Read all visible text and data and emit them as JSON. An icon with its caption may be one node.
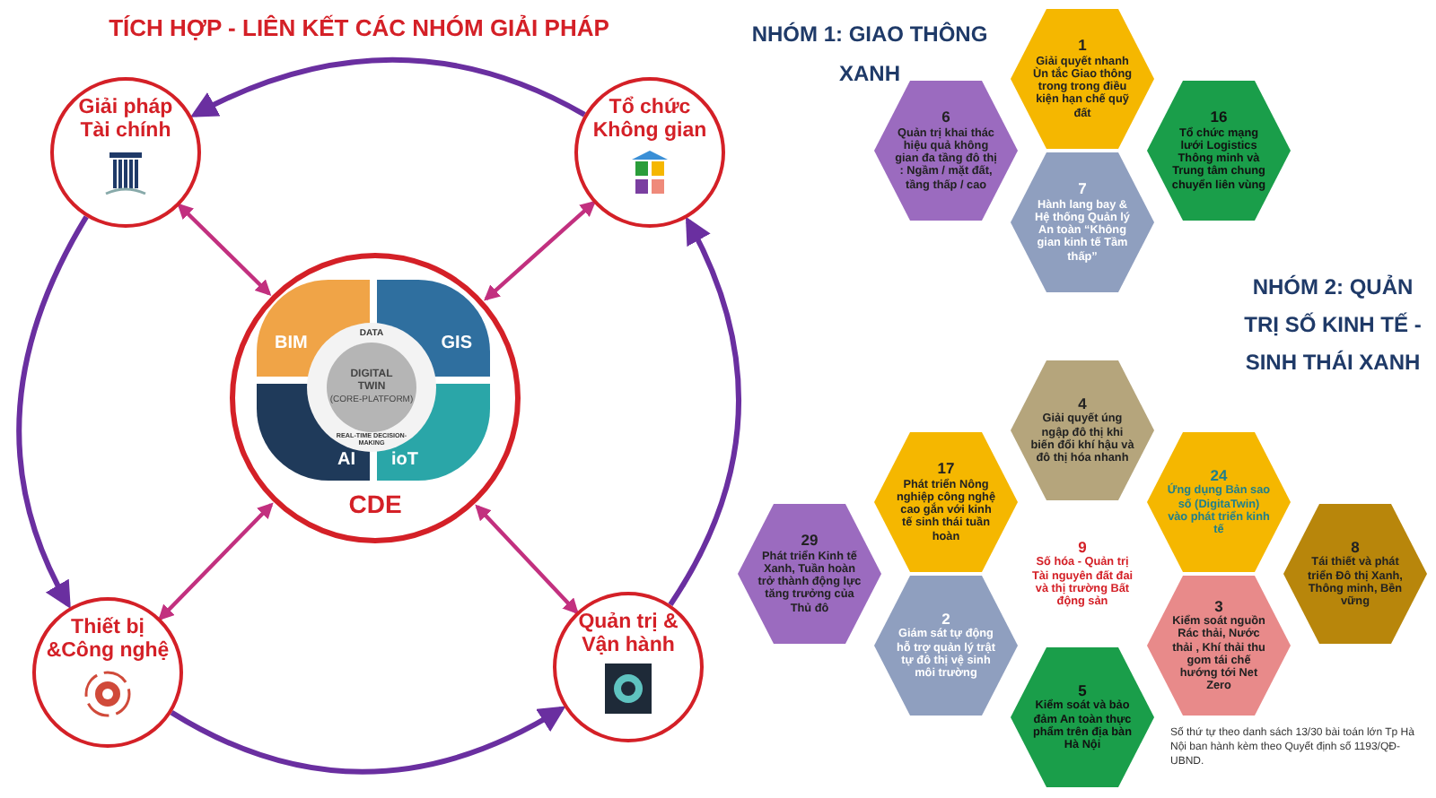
{
  "diagram": {
    "title": "TÍCH HỢP - LIÊN KẾT CÁC NHÓM GIẢI PHÁP",
    "nodes": [
      {
        "text": [
          "Giải pháp Tài chính"
        ]
      },
      {
        "text": [
          "Tổ chức Không gian"
        ]
      },
      {
        "text": [
          "BIM",
          "GIS",
          "AI",
          "ioT",
          "DATA",
          "DIGITAL TWIN",
          "(CORE-PLATFORM)",
          "REAL-TIME DECISION-MAKING",
          "CDE"
        ]
      },
      {
        "text": [
          "Thiết bị &Công nghệ"
        ]
      },
      {
        "text": [
          "Quản trị & Vận hành"
        ]
      },
      {
        "text": [
          "1",
          "Giải quyết nhanh Ùn tắc Giao thông trong trong điều kiện hạn chế quỹ đất"
        ]
      },
      {
        "text": [
          "6",
          "Quản trị khai thác hiệu quả không gian đa tầng đô thị : Ngầm / mặt đất, tầng thấp / cao"
        ]
      },
      {
        "text": [
          "16",
          "Tổ chức mạng lưới Logistics Thông minh và Trung tâm chung chuyển liên vùng"
        ]
      },
      {
        "text": [
          "7",
          "Hành lang bay & Hệ thống Quản lý An toàn “Không gian kinh tế Tầm thấp”"
        ]
      },
      {
        "text": [
          "4",
          "Giải quyết úng ngập đô thị khi biến đổi khí hậu và đô thị hóa nhanh"
        ]
      },
      {
        "text": [
          "17",
          "Phát triển Nông nghiệp công nghệ cao gắn với kinh tế sinh thái tuần hoàn"
        ]
      },
      {
        "text": [
          "24",
          "Ứng dụng Bản sao số (DigitaTwin) vào phát triển kinh tế"
        ]
      },
      {
        "text": [
          "29",
          "Phát triển Kinh tế Xanh, Tuần hoàn trở thành động lực tăng trưởng của Thủ đô"
        ]
      },
      {
        "text": [
          "9",
          "Số hóa - Quản trị Tài nguyên đất đai và thị trường Bất động sản"
        ]
      },
      {
        "text": [
          "8",
          "Tái thiết và phát triển Đô thị Xanh, Thông minh, Bền vững"
        ]
      },
      {
        "text": [
          "2",
          "Giám sát tự động hỗ trợ quản lý trật tự đô thị vệ sinh môi trường"
        ]
      },
      {
        "text": [
          "3",
          "Kiểm soát nguồn Rác thải, Nước thải , Khí thải thu gom tái chế hướng tới Net Zero"
        ]
      },
      {
        "text": [
          "5",
          "Kiểm soát và bảo đảm An toàn thực phẩm trên địa bàn Hà Nội"
        ]
      }
    ],
    "edges": [
      {
        "from": 1,
        "to": 0,
        "arrow": "to"
      },
      {
        "from": 0,
        "to": 3,
        "arrow": "to"
      },
      {
        "from": 3,
        "to": 4,
        "arrow": "to"
      },
      {
        "from": 4,
        "to": 1,
        "arrow": "to"
      },
      {
        "from": 0,
        "to": 2,
        "arrow": "both",
        "color": "#c2307f"
      },
      {
        "from": 1,
        "to": 2,
        "arrow": "both",
        "color": "#c2307f"
      },
      {
        "from": 3,
        "to": 2,
        "arrow": "both",
        "color": "#c2307f"
      },
      {
        "from": 4,
        "to": 2,
        "arrow": "both",
        "color": "#c2307f"
      }
    ],
    "labels": [
      "NHÓM 1: GIAO THÔNG XANH",
      "NHÓM 2: QUẢN TRỊ SỐ KINH TẾ - SINH THÁI XANH",
      "Số thứ tự theo danh sách 13/30 bài toán lớn Tp Hà Nội ban hành kèm theo Quyết định số 1193/QĐ-UBND."
    ]
  }
}
